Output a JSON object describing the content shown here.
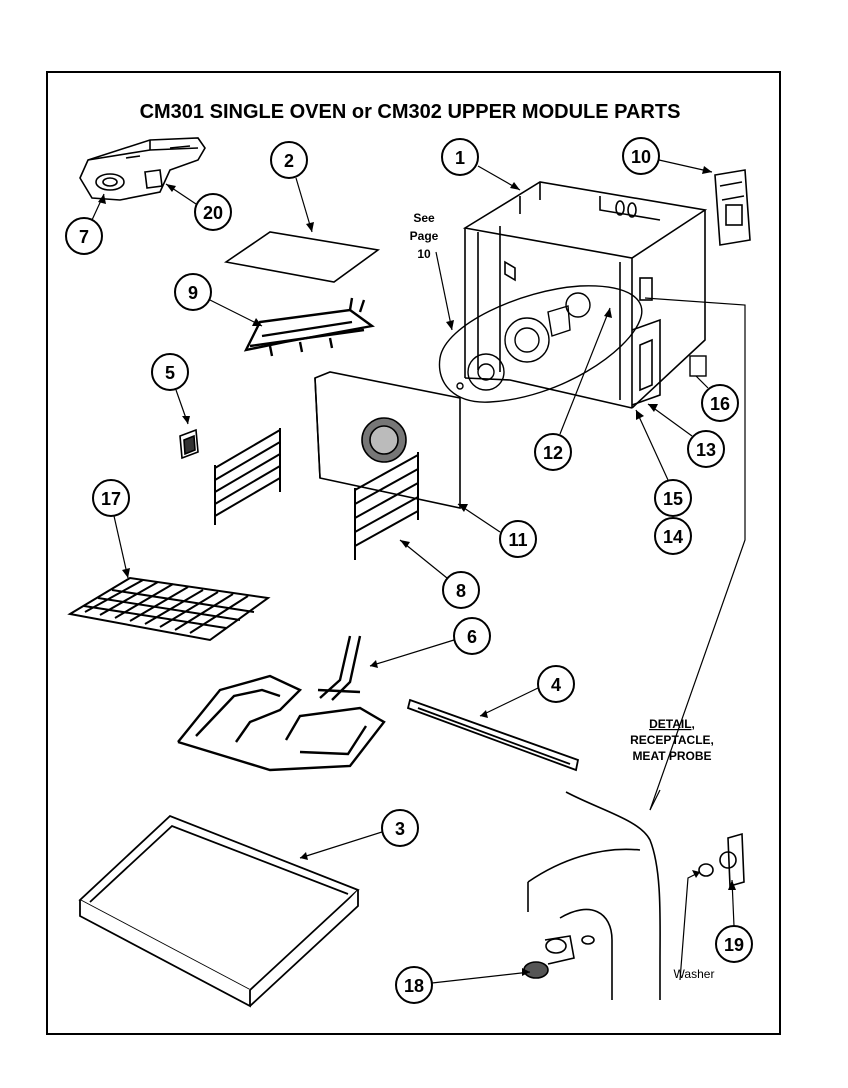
{
  "title": "CM301 SINGLE OVEN or CM302 UPPER MODULE PARTS",
  "see_page": [
    "See",
    "Page",
    "10"
  ],
  "detail_label": [
    "DETAIL,",
    "RECEPTACLE,",
    "MEAT PROBE"
  ],
  "washer_label": "Washer",
  "callouts": [
    "1",
    "2",
    "3",
    "4",
    "5",
    "6",
    "7",
    "8",
    "9",
    "10",
    "11",
    "12",
    "13",
    "14",
    "15",
    "16",
    "17",
    "18",
    "19",
    "20"
  ],
  "colors": {
    "ink": "#000000",
    "paper": "#ffffff"
  }
}
